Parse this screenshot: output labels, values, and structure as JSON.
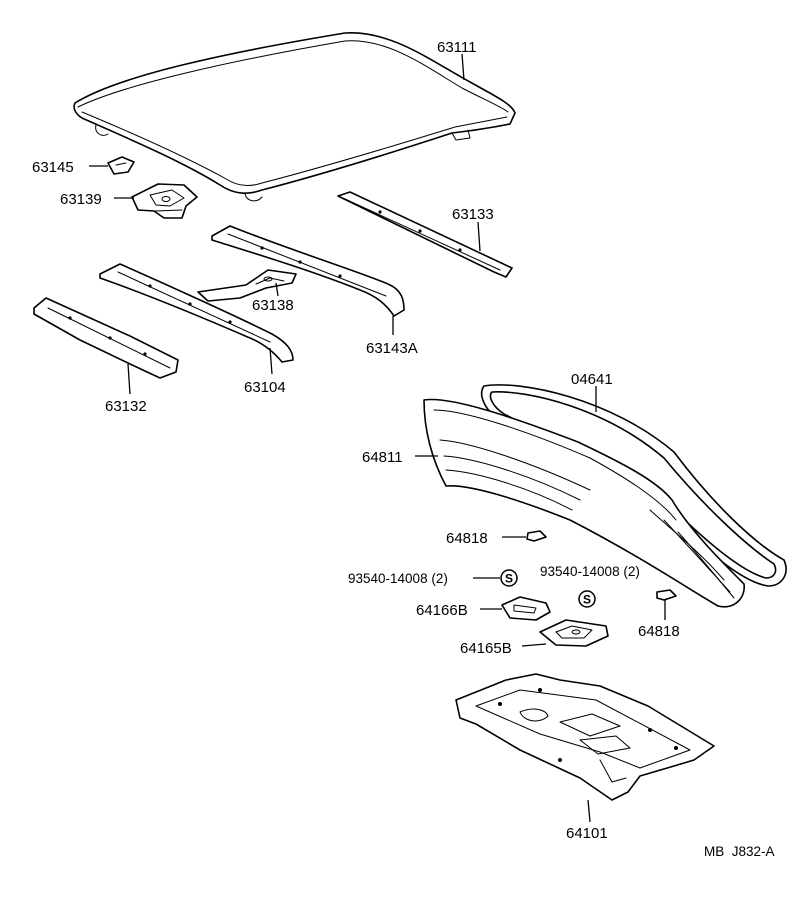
{
  "parts": {
    "roof_panel": "63111",
    "clip_63145": "63145",
    "bracket_63139": "63139",
    "rail_63133": "63133",
    "brace_63138": "63138",
    "rail_63143A": "63143A",
    "rail_63104": "63104",
    "rail_63132": "63132",
    "weatherstrip": "04641",
    "back_glass": "64811",
    "cushion_upper": "64818",
    "cushion_lower": "64818",
    "bolt_left": "93540-14008 (2)",
    "bolt_right": "93540-14008 (2)",
    "hinge_64166B": "64166B",
    "hinge_64165B": "64165B",
    "shelf_panel": "64101"
  },
  "bolt_symbol": "S",
  "drawing_ref": "MB  J832-A"
}
